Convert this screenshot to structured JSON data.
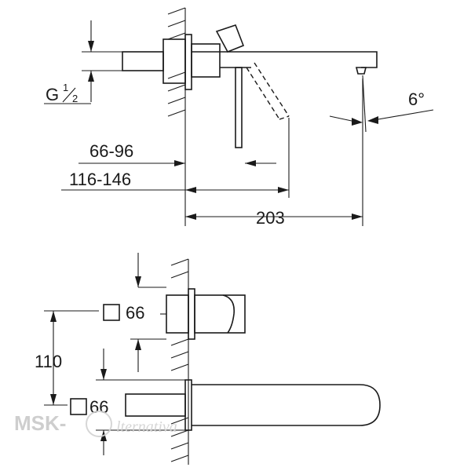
{
  "labels": {
    "thread": "G",
    "thread_num": "1",
    "thread_den": "2",
    "dim_66_96": "66-96",
    "dim_116_146": "116-146",
    "dim_203": "203",
    "angle": "6°",
    "dim_110": "110",
    "square_66_top": "66",
    "square_66_bottom": "66"
  },
  "watermark": {
    "left": "MSK-",
    "right": "lternativa"
  }
}
